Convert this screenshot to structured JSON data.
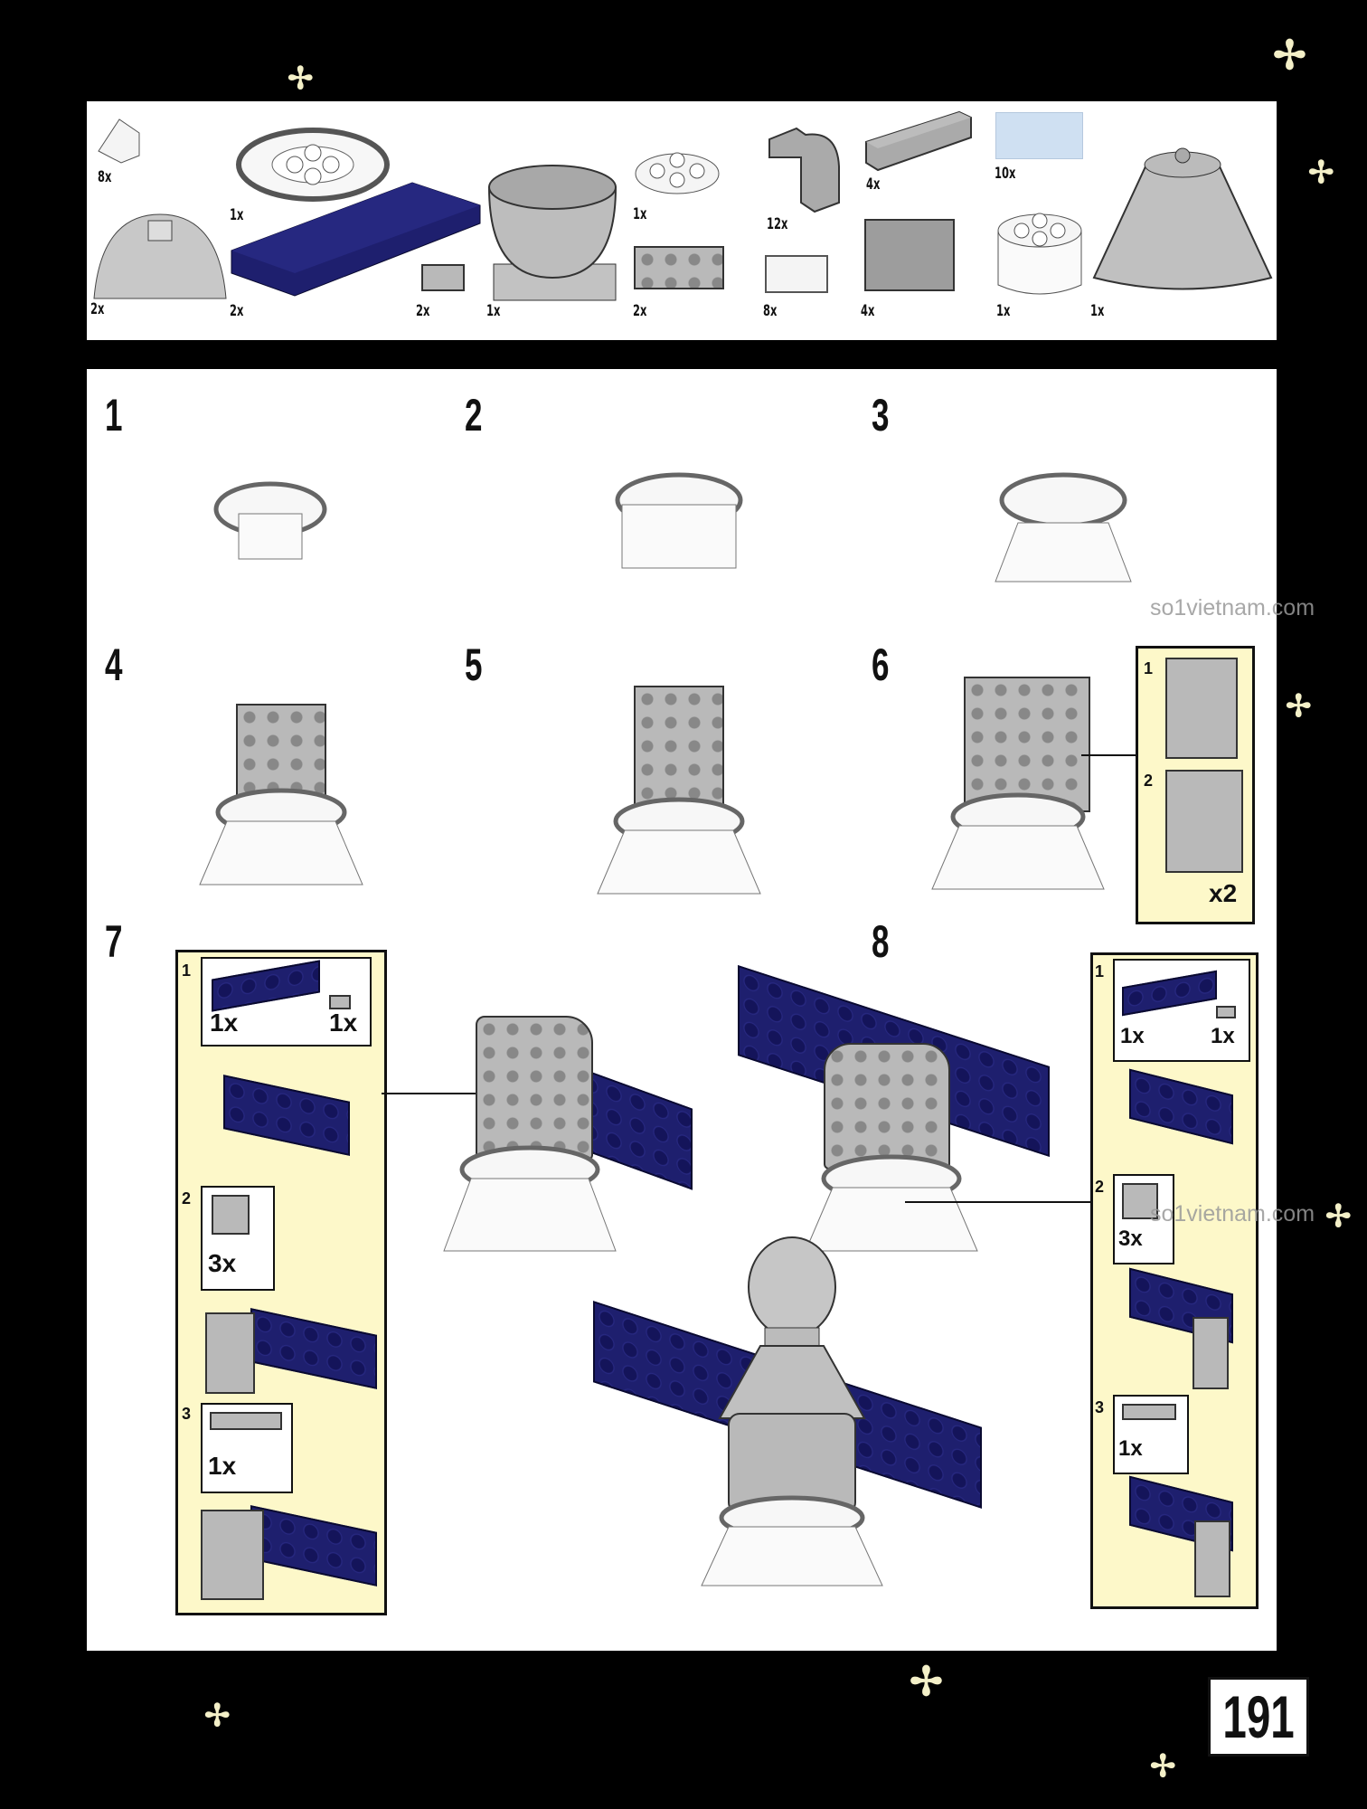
{
  "parts_list": [
    {
      "name": "slope-1x2",
      "qty": "8x"
    },
    {
      "name": "hose-ring",
      "qty": "1x"
    },
    {
      "name": "dome-quarter",
      "qty": "2x"
    },
    {
      "name": "plate-2x6-blue",
      "qty": "2x"
    },
    {
      "name": "plate-1x1",
      "qty": "2x"
    },
    {
      "name": "bowl",
      "qty": "1x"
    },
    {
      "name": "round-plate-2x2-white",
      "qty": "1x"
    },
    {
      "name": "plate-2x2",
      "qty": "2x"
    },
    {
      "name": "curved-slope",
      "qty": "12x"
    },
    {
      "name": "clip-plate-white",
      "qty": "8x"
    },
    {
      "name": "tile-1x4",
      "qty": "4x"
    },
    {
      "name": "brick-1x2-studs-side",
      "qty": "4x"
    },
    {
      "name": "tile-1x2-trans",
      "qty": "10x"
    },
    {
      "name": "round-brick-2x2-white",
      "qty": "1x"
    },
    {
      "name": "cone-4x4",
      "qty": "1x"
    }
  ],
  "steps": [
    "1",
    "2",
    "3",
    "4",
    "5",
    "6",
    "7",
    "8"
  ],
  "step6_callout": {
    "sub": [
      "1",
      "2"
    ],
    "multiplier": "x2"
  },
  "step7_callout": {
    "sub": [
      "1",
      "2",
      "3"
    ],
    "qty": [
      "1x",
      "1x",
      "3x",
      "1x"
    ]
  },
  "step8_callout": {
    "sub": [
      "1",
      "2",
      "3"
    ],
    "qty": [
      "1x",
      "1x",
      "3x",
      "1x"
    ]
  },
  "watermark": "so1vietnam.com",
  "page_number": "191",
  "colors": {
    "blue": "#1e1f6e",
    "callout": "#fdf8c9",
    "grey": "#b9b9b9"
  }
}
